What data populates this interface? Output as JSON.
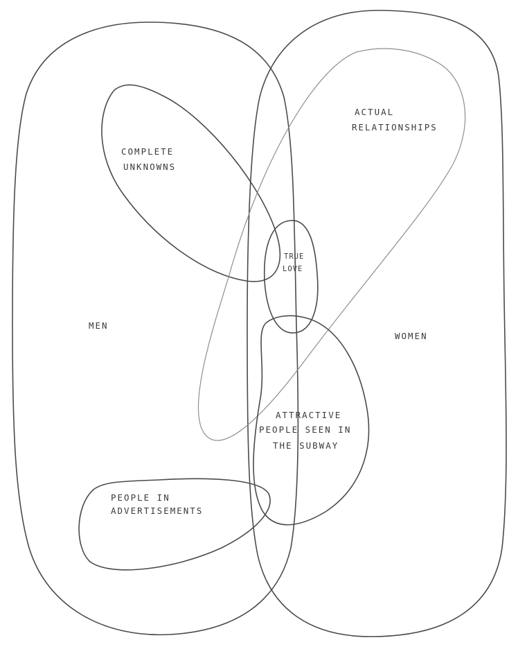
{
  "diagram": {
    "sets": [
      {
        "id": "men",
        "lines": [
          "MEN"
        ]
      },
      {
        "id": "women",
        "lines": [
          "WOMEN"
        ]
      },
      {
        "id": "complete-unknowns",
        "lines": [
          "COMPLETE",
          "UNKNOWNS"
        ]
      },
      {
        "id": "actual-relationships",
        "lines": [
          "ACTUAL",
          "RELATIONSHIPS"
        ]
      },
      {
        "id": "true-love",
        "lines": [
          "TRUE",
          "LOVE"
        ]
      },
      {
        "id": "attractive-people",
        "lines": [
          "ATTRACTIVE",
          "PEOPLE SEEN IN",
          "THE SUBWAY"
        ]
      },
      {
        "id": "people-in-advertisements",
        "lines": [
          "PEOPLE IN",
          "ADVERTISEMENTS"
        ]
      }
    ]
  }
}
